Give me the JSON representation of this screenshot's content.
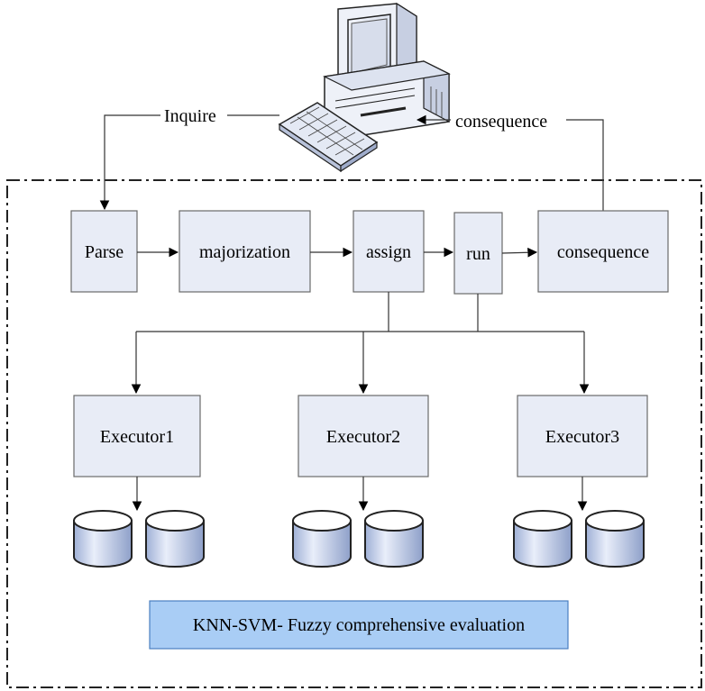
{
  "computer": {
    "icon": "desktop-computer-icon"
  },
  "edges": {
    "inquire_label": "Inquire",
    "consequence_label": "consequence"
  },
  "pipeline": [
    {
      "id": "parse",
      "label": "Parse"
    },
    {
      "id": "majorization",
      "label": "majorization"
    },
    {
      "id": "assign",
      "label": "assign"
    },
    {
      "id": "run",
      "label": "run"
    },
    {
      "id": "consequence",
      "label": "consequence"
    }
  ],
  "executors": [
    {
      "id": "executor1",
      "label": "Executor1"
    },
    {
      "id": "executor2",
      "label": "Executor2"
    },
    {
      "id": "executor3",
      "label": "Executor3"
    }
  ],
  "databases": {
    "icon": "database-cylinder-icon",
    "per_executor": 2
  },
  "footer": {
    "label": "KNN-SVM- Fuzzy comprehensive evaluation"
  },
  "colors": {
    "box_fill": "#e8ecf6",
    "box_stroke": "#6a6a6a",
    "footer_fill": "#a9cdf5",
    "footer_stroke": "#4a7fc0",
    "line": "#333333"
  }
}
